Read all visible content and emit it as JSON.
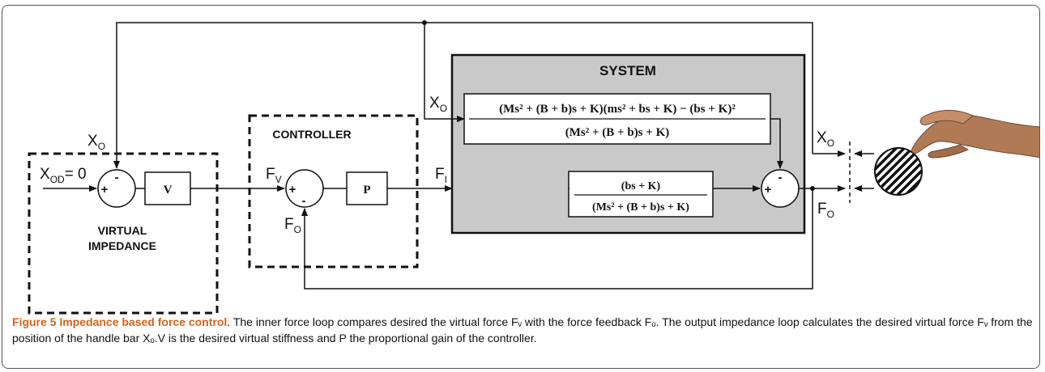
{
  "diagram": {
    "virtual_block": {
      "title_line1": "VIRTUAL",
      "title_line2": "IMPEDANCE",
      "input_label": "X",
      "input_sub": "OD",
      "input_value": "= 0",
      "feedback_label": "X",
      "feedback_sub": "O",
      "gain": "V",
      "sum_plus": "+",
      "sum_minus": "-"
    },
    "controller_block": {
      "title": "CONTROLLER",
      "input_label": "F",
      "input_sub": "V",
      "feedback_label": "F",
      "feedback_sub": "O",
      "gain": "P",
      "sum_plus": "+",
      "sum_minus": "-"
    },
    "system_block": {
      "title": "SYSTEM",
      "x_label": "X",
      "x_sub": "O",
      "f_label": "F",
      "f_sub": "I",
      "tf_top_num": "(Ms² + (B + b)s + K)(ms² + bs + K) − (bs + K)²",
      "tf_top_den": "(Ms² + (B + b)s + K)",
      "tf_bottom_num": "(bs + K)",
      "tf_bottom_den": "(Ms² + (B + b)s + K)",
      "sum_plus": "+",
      "sum_minus": "-"
    },
    "output": {
      "x_label": "X",
      "x_sub": "O",
      "f_label": "F",
      "f_sub": "O"
    }
  },
  "caption": {
    "title": "Figure 5 Impedance based force control",
    "text": ". The inner force loop compares desired the virtual force Fᵥ with the force feedback Fₒ. The output impedance loop calculates the desired virtual force Fᵥ from the position of the handle bar Xₒ.V is the desired virtual stiffness and P the proportional gain of the controller."
  },
  "colors": {
    "system_fill": "#c9c9c9",
    "caption_title": "#d2641e",
    "line": "#111111"
  },
  "icons": [
    "hand-image",
    "hatched-object"
  ]
}
